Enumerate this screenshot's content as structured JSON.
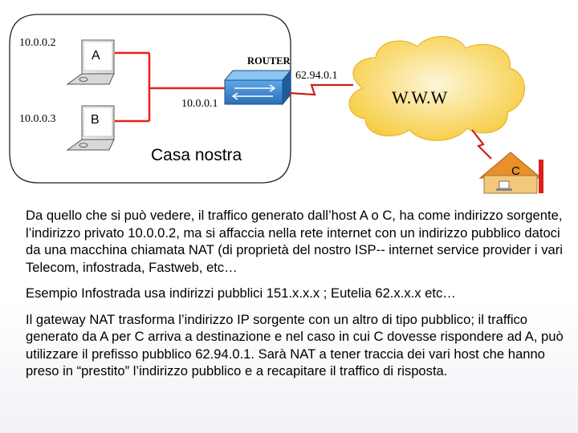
{
  "diagram": {
    "host_a": {
      "label": "A",
      "ip": "10.0.0.2"
    },
    "host_b": {
      "label": "B",
      "ip": "10.0.0.3"
    },
    "router": {
      "label": "ROUTER",
      "inside_ip": "10.0.0.1",
      "outside_ip": "62.94.0.1"
    },
    "home_label": "Casa nostra",
    "cloud_label": "W.W.W",
    "host_c": {
      "label": "C"
    },
    "colors": {
      "link": "#e8201a",
      "router_blue": "#2f7ec8",
      "cloud": "#f7d04a",
      "house": "#f2c87a"
    }
  },
  "paragraphs": [
    "Da quello che si può vedere, il traffico generato dall’host A o C, ha come indirizzo sorgente, l’indirizzo privato 10.0.0.2, ma si affaccia nella rete internet con un indirizzo pubblico datoci da una macchina chiamata NAT (di proprietà del nostro ISP-- internet service provider i vari Telecom, infostrada, Fastweb, etc…",
    "Esempio Infostrada usa indirizzi pubblici 151.x.x.x ; Eutelia 62.x.x.x etc…",
    "Il gateway NAT trasforma l’indirizzo IP sorgente con un altro di tipo pubblico; il traffico generato da A per C arriva a destinazione e nel caso in cui C dovesse rispondere ad A, può utilizzare il prefisso pubblico 62.94.0.1. Sarà NAT a tener traccia dei vari host che hanno preso in “prestito” l’indirizzo pubblico e a recapitare il traffico di risposta."
  ]
}
